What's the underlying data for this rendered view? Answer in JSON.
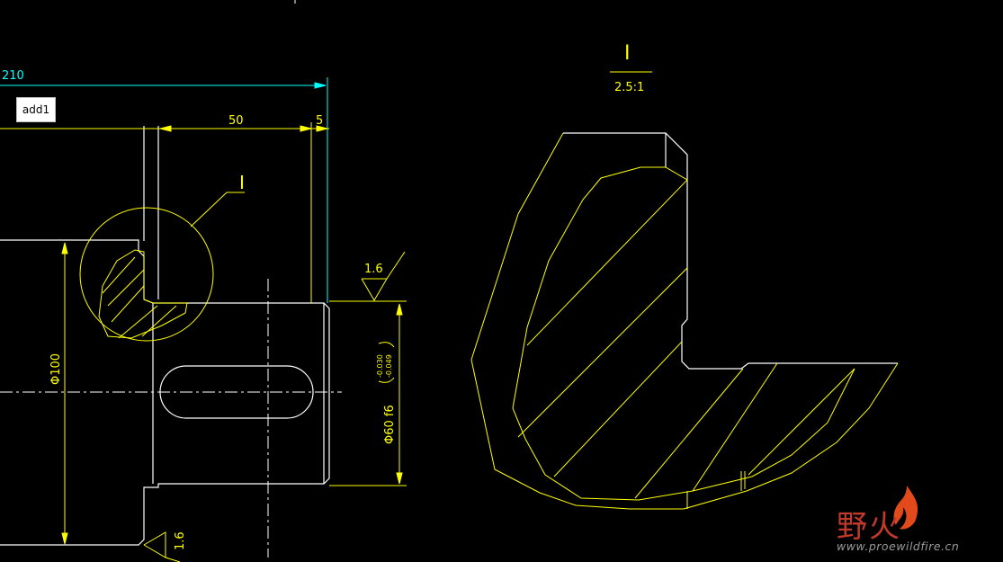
{
  "tooltip": {
    "label": "add1"
  },
  "dimensions": {
    "total_length": "210",
    "length_50": "50",
    "length_5": "5",
    "diameter_100": "Φ100",
    "diameter_60": "Φ60 f6",
    "tol_upper": "-0.030",
    "tol_lower": "-0.049",
    "roughness_top": "1.6",
    "roughness_bottom": "1.6"
  },
  "detail": {
    "callout_label": "I",
    "title": "I",
    "scale": "2.5:1"
  },
  "watermark": {
    "text_cn": "野火",
    "url": "www.proewildfire.cn"
  },
  "colors": {
    "background": "#000000",
    "outline": "#ffffff",
    "annotation": "#ffff00",
    "extent_dimension": "#00ffff",
    "brand_red": "#c0392b"
  }
}
